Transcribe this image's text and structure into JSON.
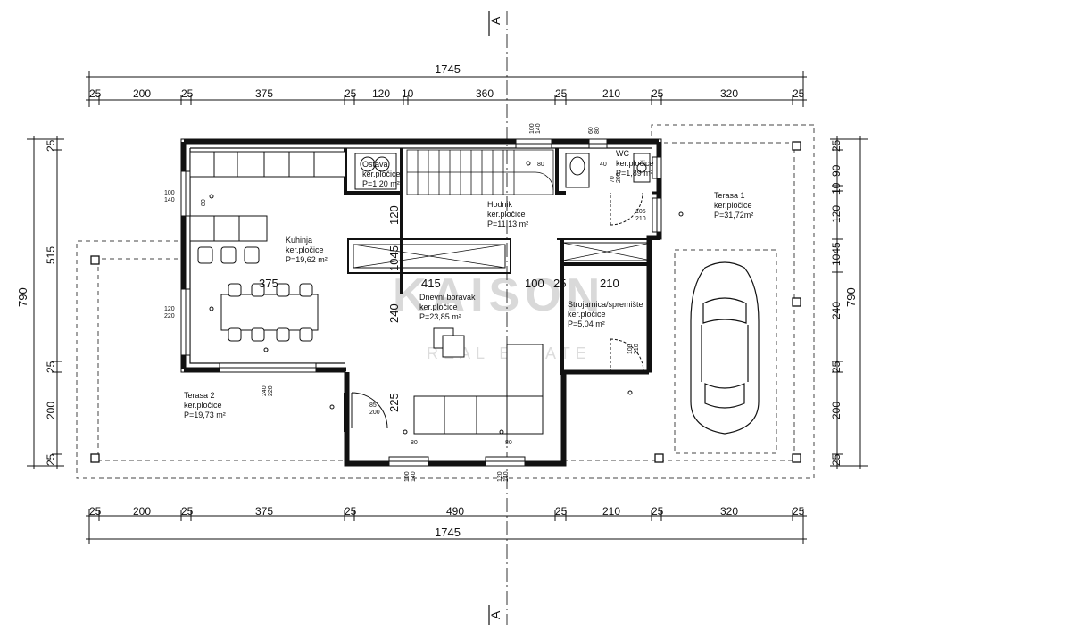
{
  "section_marker": "A",
  "top_total": "1745",
  "bottom_total": "1745",
  "top_dims": [
    "25",
    "200",
    "25",
    "375",
    "25",
    "120",
    "10",
    "360",
    "25",
    "210",
    "25",
    "320",
    "25"
  ],
  "bottom_dims": [
    "25",
    "200",
    "25",
    "375",
    "25",
    "490",
    "25",
    "210",
    "25",
    "320",
    "25"
  ],
  "left_total": "790",
  "right_total": "790",
  "left_dims": [
    "25",
    "515",
    "25",
    "200",
    "25"
  ],
  "right_dims": [
    "25",
    "90",
    "10",
    "120",
    "1045",
    "240",
    "25",
    "200",
    "25"
  ],
  "interior_dims": [
    "120",
    "1045",
    "415",
    "375",
    "100",
    "25",
    "210",
    "240",
    "225"
  ],
  "rooms": [
    {
      "name": "Kuhinja",
      "finish": "ker.pločice",
      "area": "P=19,62 m²"
    },
    {
      "name": "Hodnik",
      "finish": "ker.pločice",
      "area": "P=11,13 m²"
    },
    {
      "name": "WC",
      "finish": "ker.pločice",
      "area": "P=1,89 m²"
    },
    {
      "name": "Terasa 1",
      "finish": "ker.pločice",
      "area": "P=31,72m²"
    },
    {
      "name": "Dnevni boravak",
      "finish": "ker.pločice",
      "area": "P=23,85 m²"
    },
    {
      "name": "Strojarnica/spremište",
      "finish": "ker.pločice",
      "area": "P=5,04 m²"
    },
    {
      "name": "Terasa 2",
      "finish": "ker.pločice",
      "area": "P=19,73 m²"
    },
    {
      "name": "Ostava",
      "finish": "ker.pločice",
      "area": "P=1,20 m²"
    }
  ],
  "openings": [
    {
      "a": "100",
      "b": "140"
    },
    {
      "a": "120",
      "b": "220"
    },
    {
      "a": "240",
      "b": "220"
    },
    {
      "a": "85",
      "b": "200"
    },
    {
      "a": "105",
      "b": "210"
    },
    {
      "a": "100",
      "b": "210"
    },
    {
      "a": "100",
      "b": "140"
    },
    {
      "a": "120",
      "b": "140"
    },
    {
      "a": "60",
      "b": "80"
    },
    {
      "a": "70",
      "b": "200"
    },
    {
      "a": "100",
      "b": "140"
    }
  ],
  "misc_labels": [
    "80",
    "80",
    "80",
    "80",
    "40"
  ],
  "watermark": {
    "main": "KAISON",
    "sub": "REAL ESTATE"
  }
}
